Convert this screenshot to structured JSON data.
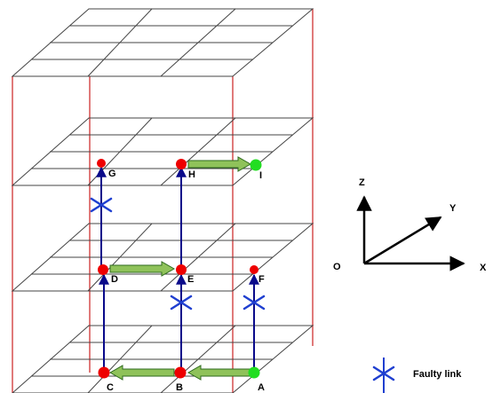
{
  "nodes": [
    {
      "id": "A",
      "label": "A",
      "color": "#22dd22"
    },
    {
      "id": "B",
      "label": "B",
      "color": "#ee0000"
    },
    {
      "id": "C",
      "label": "C",
      "color": "#ee0000"
    },
    {
      "id": "D",
      "label": "D",
      "color": "#ee0000"
    },
    {
      "id": "E",
      "label": "E",
      "color": "#ee0000"
    },
    {
      "id": "F",
      "label": "F",
      "color": "#ee0000"
    },
    {
      "id": "G",
      "label": "G",
      "color": "#ee0000"
    },
    {
      "id": "H",
      "label": "H",
      "color": "#ee0000"
    },
    {
      "id": "I",
      "label": "I",
      "color": "#22dd22"
    }
  ],
  "axes": {
    "origin": "O",
    "x": "X",
    "y": "Y",
    "z": "Z"
  },
  "legend": {
    "faulty_link": "Faulty link"
  },
  "colors": {
    "vertical_link": "#0a0a8a",
    "horizontal_arrow_fill": "#8fc25a",
    "horizontal_arrow_stroke": "#2f6b1f",
    "faulty_mark": "#1f3fd0",
    "building_outline": "#cc2222",
    "grid": "#444444"
  }
}
